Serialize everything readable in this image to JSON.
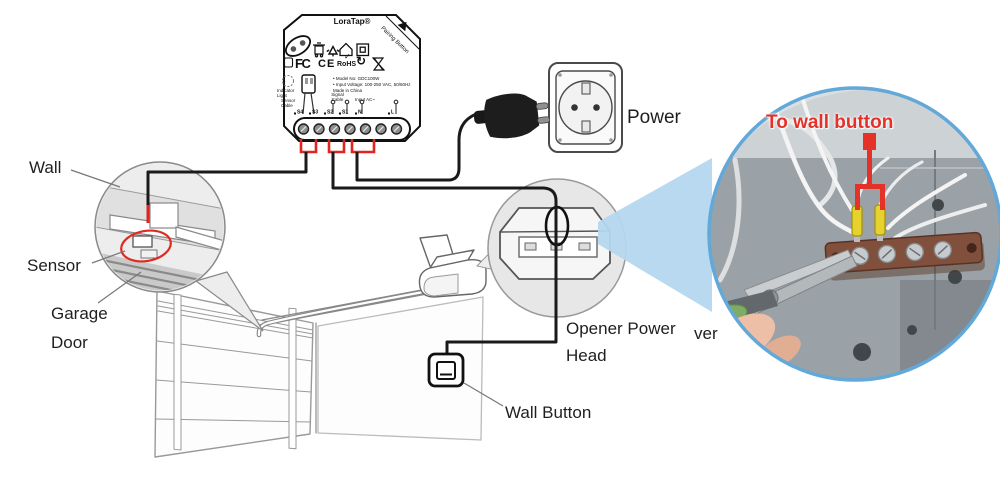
{
  "device": {
    "brand": "LoraTap®",
    "pairing_button_label": "Pairing Button",
    "certs": {
      "fcc": "FC",
      "ce": "CE",
      "rohs_check": "✓",
      "rohs": "RoHS"
    },
    "info": {
      "model": "• Model No: GDC100W",
      "voltage": "• Input Voltage: 100-250 VAC, 50/60Hz",
      "origin": "Made in China"
    },
    "ports": {
      "indicator": "Indicator Light",
      "sensor_cable": "Sensor Cable",
      "signal_cable": "Signal Cable",
      "input_ac": "Input AC~"
    },
    "terminals": [
      "S4",
      "S3",
      "S2",
      "S1",
      "N",
      "L"
    ]
  },
  "labels": {
    "wall": "Wall",
    "sensor": "Sensor",
    "garage1": "Garage",
    "garage2": "Door",
    "power": "Power",
    "opener1": "Opener Power",
    "opener2": "Head",
    "opener_fragment": "ver",
    "wall_button": "Wall Button"
  },
  "photo": {
    "callout": "To wall button"
  },
  "icons": {
    "recycle_loop_glyph": "↻",
    "names": [
      "weee-bin-icon",
      "recycle-icon",
      "house-icon",
      "class-ii-icon",
      "hourglass-icon",
      "pairing-oval-icon",
      "indicator-light-icon"
    ]
  },
  "colors": {
    "wire_black": "#1a1a1a",
    "connector_red": "#e02420",
    "sensor_highlight_red": "#dd2b20",
    "callout_red": "#e4322b",
    "beam_blue": "#b4d7ef",
    "photo_border_blue": "#62a8d8",
    "diagram_gray": "#999999"
  }
}
